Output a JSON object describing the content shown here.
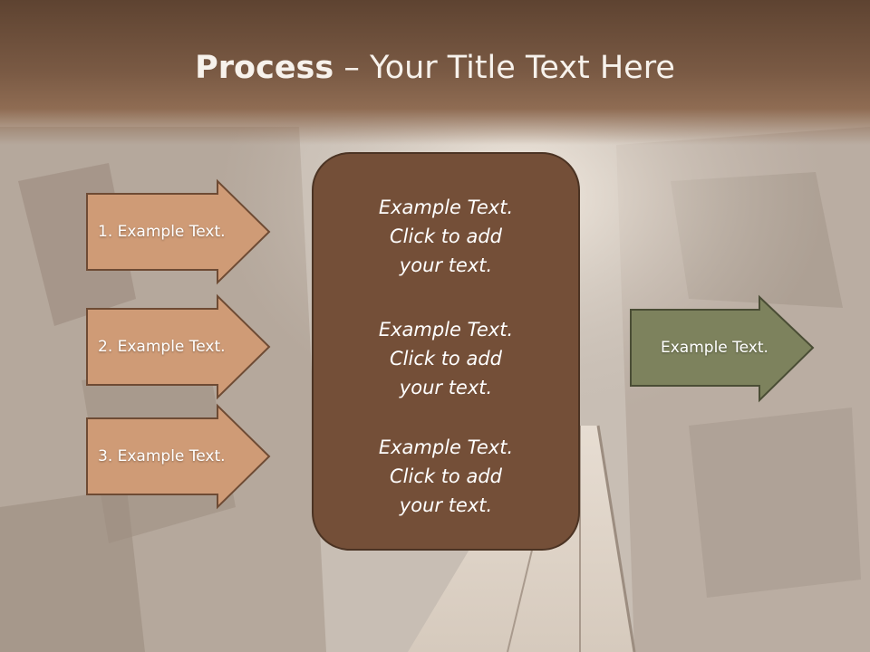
{
  "title": {
    "bold": "Process",
    "rest": " – Your Title Text Here"
  },
  "left_arrows": [
    {
      "label": "1. Example Text."
    },
    {
      "label": "2. Example Text."
    },
    {
      "label": "3. Example Text."
    }
  ],
  "center_box": {
    "blocks": [
      {
        "line1": "Example Text.",
        "line2": "Click  to add",
        "line3": "your text."
      },
      {
        "line1": "Example Text.",
        "line2": "Click  to add",
        "line3": "your text."
      },
      {
        "line1": "Example Text.",
        "line2": "Click  to add",
        "line3": "your text."
      }
    ]
  },
  "right_arrow": {
    "label": "Example Text."
  },
  "colors": {
    "title_bar": "#6b4c38",
    "left_arrow_fill": "#cf9b76",
    "center_box_fill": "#744f38",
    "right_arrow_fill": "#7d825d"
  }
}
